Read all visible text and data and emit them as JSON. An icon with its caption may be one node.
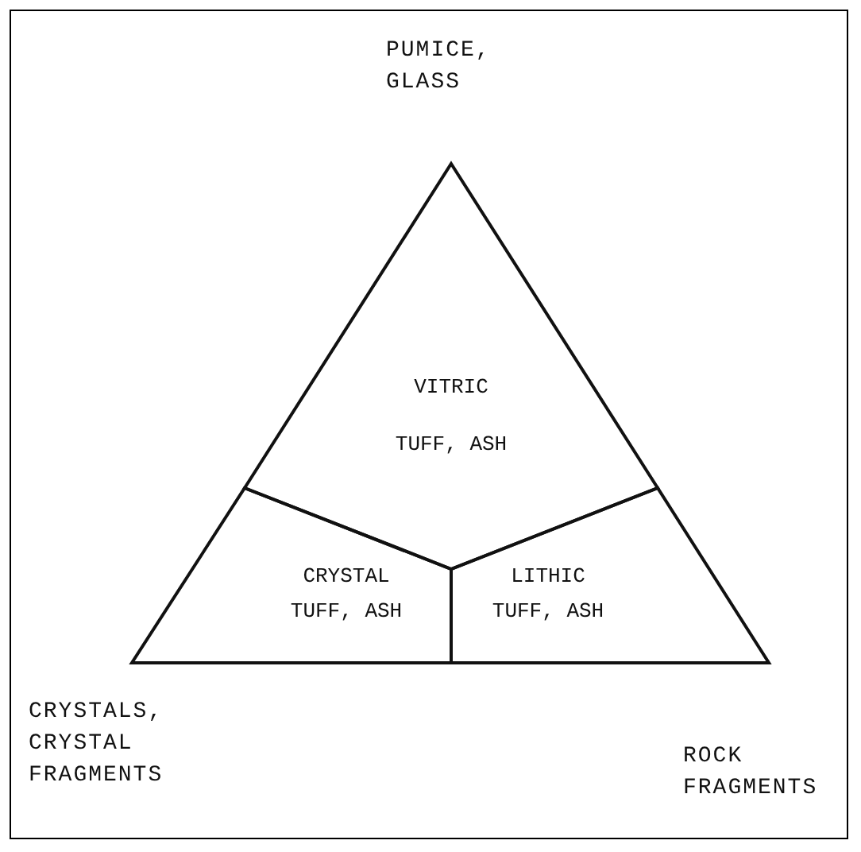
{
  "diagram": {
    "nodes": [
      {
        "text": [
          "VITRIC TUFF, ASH"
        ]
      },
      {
        "text": [
          "CRYSTAL TUFF, ASH"
        ]
      },
      {
        "text": [
          "LITHIC TUFF, ASH"
        ]
      }
    ],
    "edges": [],
    "labels": [
      "PUMICE, GLASS",
      "CRYSTALS, CRYSTAL FRAGMENTS",
      "ROCK FRAGMENTS"
    ]
  }
}
